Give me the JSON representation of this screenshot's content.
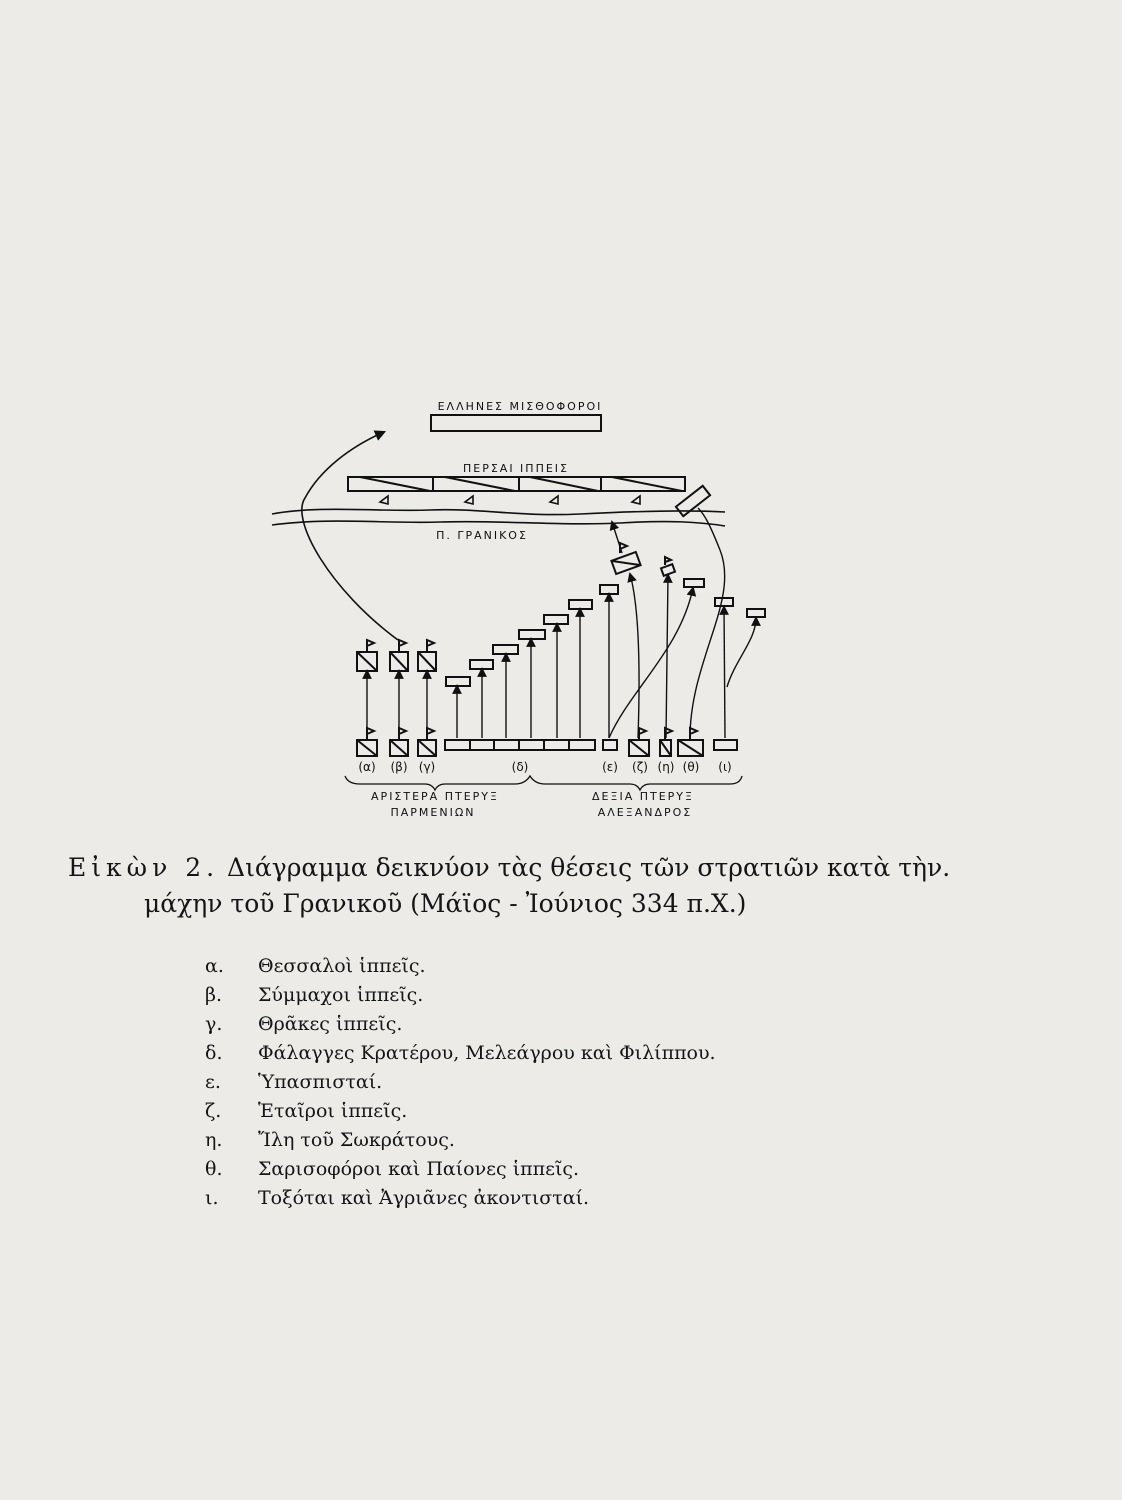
{
  "diagram": {
    "mercenaries_label": "ΕΛΛΗΝΕΣ ΜΙΣΘΟΦΟΡΟΙ",
    "persian_cavalry_label": "ΠΕΡΣΑΙ ΙΠΠΕΙΣ",
    "river_label": "Π. ΓΡΑΝΙΚΟΣ",
    "unit_labels": [
      "(α)",
      "(β)",
      "(γ)",
      "(δ)",
      "(ε)",
      "(ζ)",
      "(η)",
      "(θ)",
      "(ι)"
    ],
    "left_wing": {
      "title": "ΑΡΙΣΤΕΡΑ ΠΤΕΡΥΞ",
      "commander": "ΠΑΡΜΕΝΙΩΝ"
    },
    "right_wing": {
      "title": "ΔΕΞΙΑ ΠΤΕΡΥΞ",
      "commander": "ΑΛΕΞΑΝΔΡΟΣ"
    }
  },
  "caption": {
    "figure": "Εἰκὼν 2.",
    "line1": "Διάγραμμα δεικνύον τὰς θέσεις τῶν στρατιῶν κατὰ τὴν.",
    "line2": "μάχην τοῦ Γρανικοῦ (Μάϊος - Ἰούνιος 334 π.Χ.)"
  },
  "legend": [
    {
      "key": "α.",
      "text": "Θεσσαλοὶ ἱππεῖς."
    },
    {
      "key": "β.",
      "text": "Σύμμαχοι ἱππεῖς."
    },
    {
      "key": "γ.",
      "text": "Θρᾶκες ἱππεῖς."
    },
    {
      "key": "δ.",
      "text": "Φάλαγγες Κρατέρου, Μελεάγρου καὶ Φιλίππου."
    },
    {
      "key": "ε.",
      "text": "Ὑπασπισταί."
    },
    {
      "key": "ζ.",
      "text": "Ἑταῖροι ἱππεῖς."
    },
    {
      "key": "η.",
      "text": "Ἴλη τοῦ Σωκράτους."
    },
    {
      "key": "θ.",
      "text": "Σαρισοφόροι καὶ Παίονες ἱππεῖς."
    },
    {
      "key": "ι.",
      "text": "Τοξόται καὶ Ἀγριᾶνες ἀκοντισταί."
    }
  ]
}
